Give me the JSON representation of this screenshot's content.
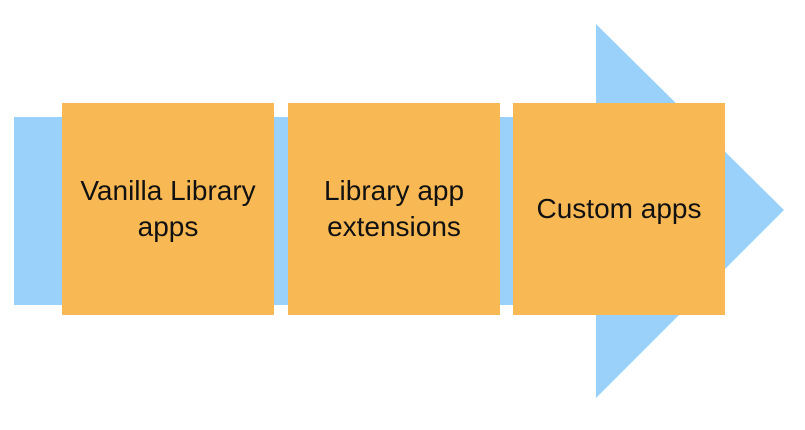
{
  "colors": {
    "arrow": "#99d1fa",
    "box": "#f8b955",
    "text": "#111111",
    "background": "#ffffff"
  },
  "icons": {
    "arrow": "right-arrow-icon"
  },
  "steps": [
    {
      "lines": [
        "Vanilla Library",
        "apps"
      ]
    },
    {
      "lines": [
        "Library app",
        "extensions"
      ]
    },
    {
      "lines": [
        "Custom apps"
      ]
    }
  ]
}
